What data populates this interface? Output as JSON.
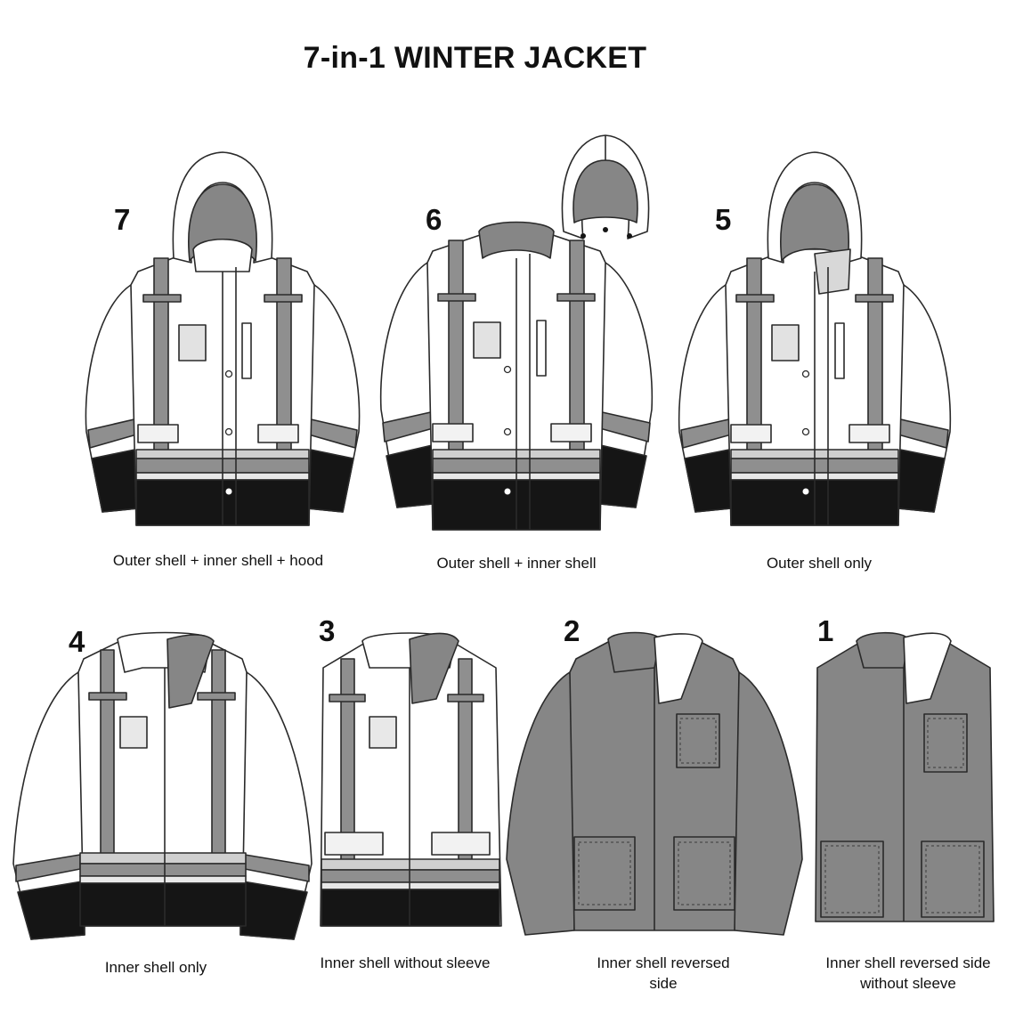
{
  "title": "7-in-1 WINTER JACKET",
  "colors": {
    "reflective": "#8f8f8f",
    "black_band": "#151515",
    "fleece": "#868686",
    "outline": "#2a2a2a",
    "shell": "#ffffff"
  },
  "configurations": [
    {
      "number": "7",
      "caption": "Outer shell + inner shell + hood"
    },
    {
      "number": "6",
      "caption": "Outer shell + inner shell"
    },
    {
      "number": "5",
      "caption": "Outer shell only"
    },
    {
      "number": "4",
      "caption": "Inner shell only"
    },
    {
      "number": "3",
      "caption": "Inner shell without sleeve"
    },
    {
      "number": "2",
      "caption": "Inner shell reversed side"
    },
    {
      "number": "1",
      "caption": "Inner shell reversed side without sleeve"
    }
  ]
}
